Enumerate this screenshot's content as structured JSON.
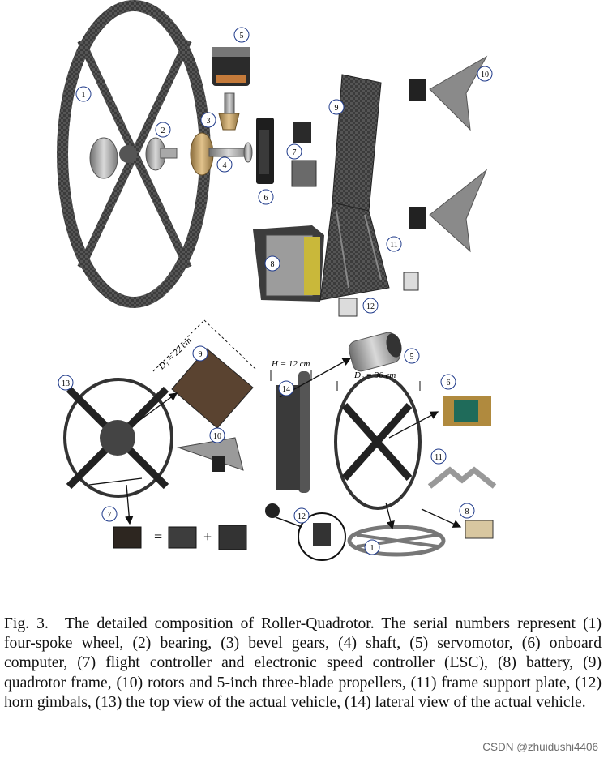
{
  "figure": {
    "callouts": [
      "1",
      "2",
      "3",
      "4",
      "5",
      "6",
      "7",
      "8",
      "9",
      "10",
      "11",
      "12",
      "13",
      "14"
    ],
    "dimension_labels": {
      "d1": "D₁ = 22 cm",
      "h": "H = 12 cm",
      "d2": "D₂ = 36 cm"
    },
    "equation_symbols": {
      "equals": "=",
      "plus": "+"
    }
  },
  "caption": {
    "label": "Fig. 3.",
    "text": "The detailed composition of Roller-Quadrotor. The serial numbers represent (1) four-spoke wheel, (2) bearing, (3) bevel gears, (4) shaft, (5) servomotor, (6) onboard computer, (7) flight controller and electronic speed controller (ESC), (8) battery, (9) quadrotor frame, (10) rotors and 5-inch three-blade propellers, (11) frame support plate, (12) horn gimbals, (13) the top view of the actual vehicle, (14) lateral view of the actual vehicle."
  },
  "watermark": "CSDN @zhuidushi4406",
  "colors": {
    "carbon": "#3a3a3a",
    "metal": "#9a9a9a",
    "callout_blue": "#1f3a8a",
    "battery_yellow": "#c9b83a"
  }
}
